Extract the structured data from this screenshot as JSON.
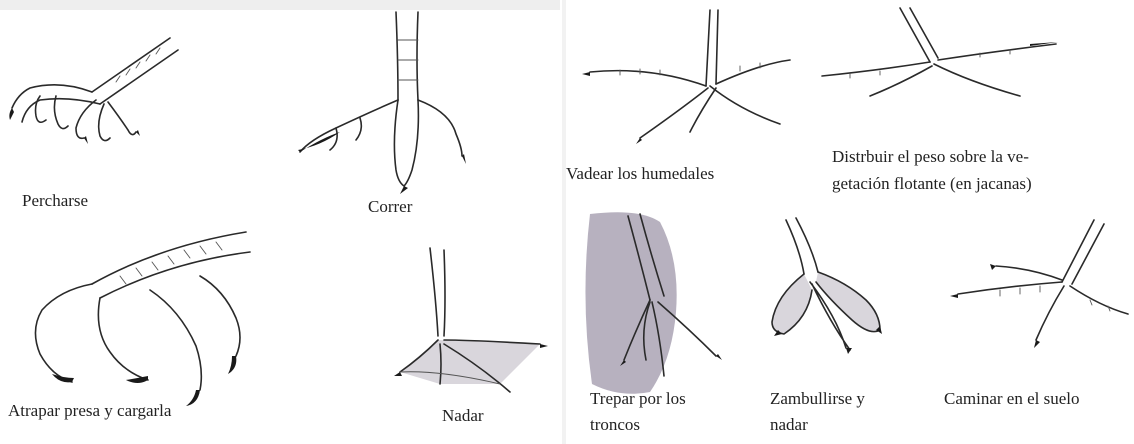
{
  "panels": [
    {
      "id": "percharse",
      "label": "Percharse"
    },
    {
      "id": "correr",
      "label": "Correr"
    },
    {
      "id": "vadear",
      "label": "Vadear los humedales"
    },
    {
      "id": "distribuir",
      "label_line1": "Distrbuir el peso sobre la ve-",
      "label_line2": "getación flotante (en jacanas)"
    },
    {
      "id": "atrapar",
      "label": "Atrapar presa y cargarla"
    },
    {
      "id": "nadar",
      "label": "Nadar"
    },
    {
      "id": "trepar",
      "label_line1": "Trepar por los",
      "label_line2": "troncos"
    },
    {
      "id": "zambullirse",
      "label_line1": "Zambullirse y",
      "label_line2": "nadar"
    },
    {
      "id": "caminar",
      "label": "Caminar en el suelo"
    }
  ]
}
